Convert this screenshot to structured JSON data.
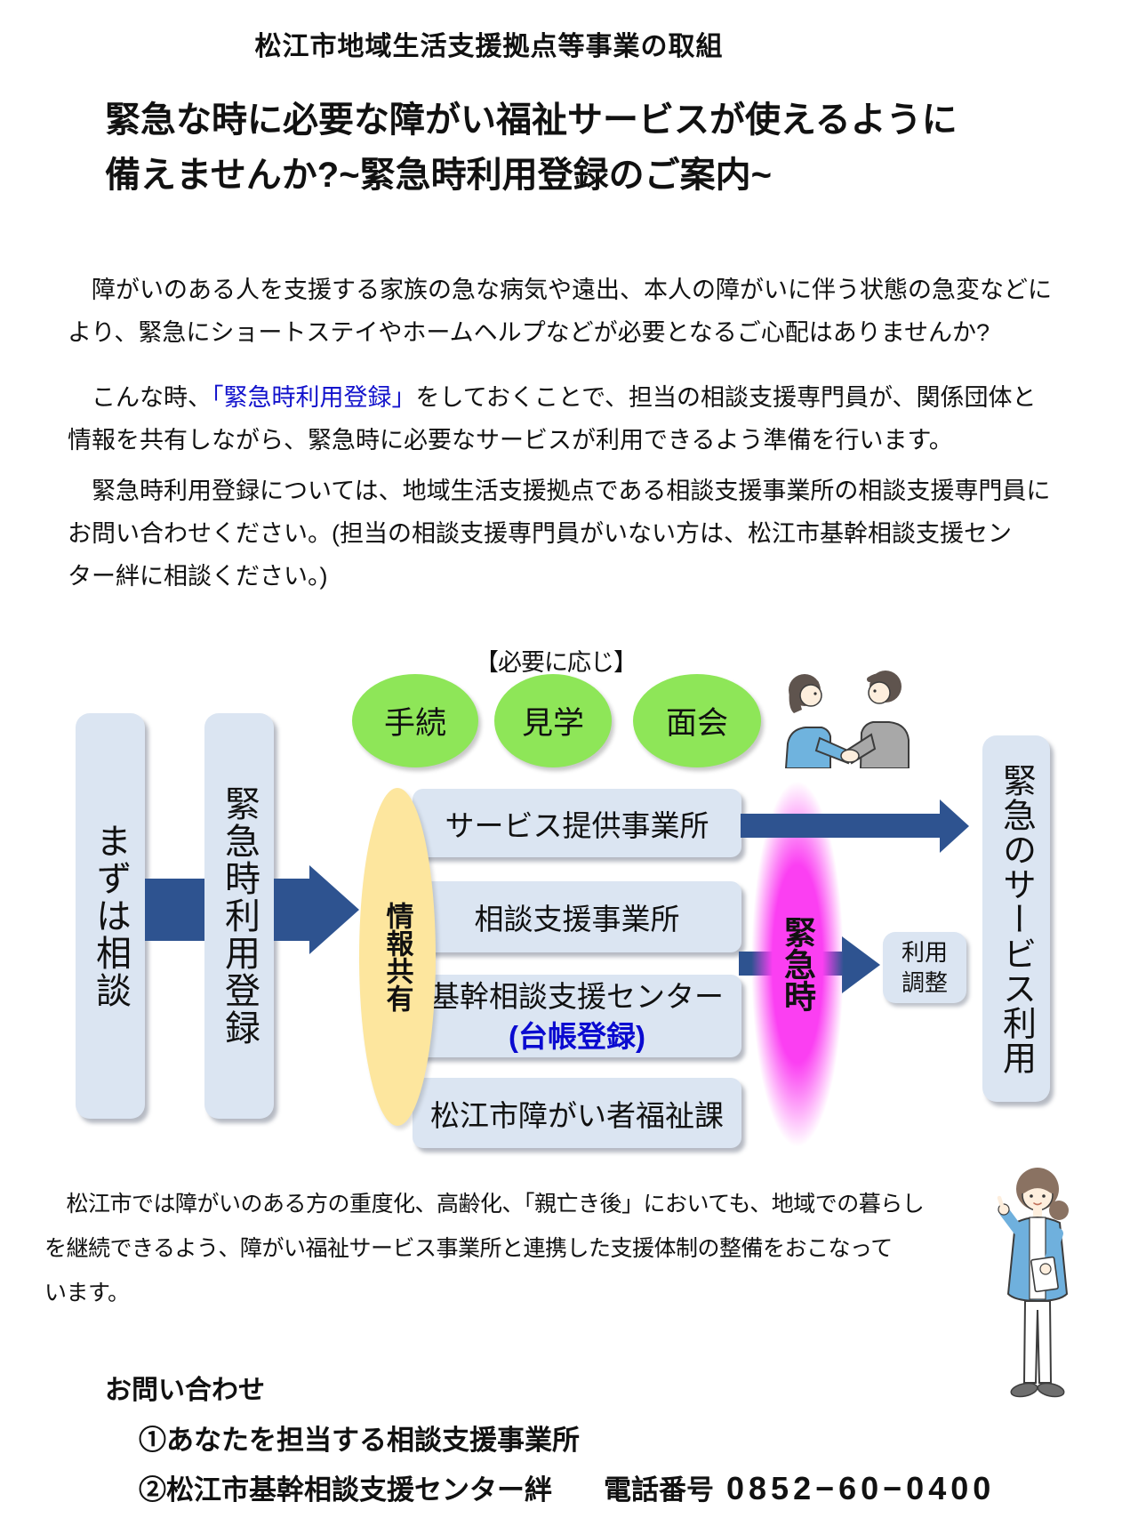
{
  "page": {
    "title": "松江市地域生活支援拠点等事業の取組",
    "heading_line1": "緊急な時に必要な障がい福祉サービスが使えるように",
    "heading_line2": "備えませんか?~緊急時利用登録のご案内~"
  },
  "intro": {
    "p1": [
      "　障がいのある人を支援する家族の急な病気や遠出、本人の障がいに伴う状態の急変などに",
      "より、緊急にショートステイやホームヘルプなどが必要となるご心配はありませんか?"
    ],
    "p2_pre": "　こんな時、",
    "p2_term": "「緊急時利用登録」",
    "p2_post": "をしておくことで、担当の相談支援専門員が、関係団体と",
    "p2_line2": "情報を共有しながら、緊急時に必要なサービスが利用できるよう準備を行います。",
    "p3": [
      "　緊急時利用登録については、地域生活支援拠点である相談支援事業所の相談支援専門員に",
      "お問い合わせください。(担当の相談支援専門員がいない方は、松江市基幹相談支援セン",
      "ター絆に相談ください。)"
    ]
  },
  "diagram": {
    "note": "【必要に応じ】",
    "oval_tetsuzuki": "手続",
    "oval_kengaku": "見学",
    "oval_menkai": "面会",
    "box_first": "まずは相談",
    "box_register": "緊急時利用登録",
    "oval_share": "情報共有",
    "box_service": "サービス提供事業所",
    "box_soudan": "相談支援事業所",
    "box_kikan_line1": "基幹相談支援センター",
    "box_kikan_line2": "(台帳登録)",
    "box_city": "松江市障がい者福祉課",
    "oval_emergency": "緊急時",
    "box_adjust_line1": "利用",
    "box_adjust_line2": "調整",
    "box_result": "緊急のサービス利用",
    "illustrations": {
      "handshake": "two people shaking hands",
      "advisor": "woman pointing with notebook"
    },
    "colors": {
      "arrow_navy": "#2e5390",
      "box_blue": "#dbe5f2",
      "oval_green": "#8ee658",
      "oval_yellow": "#fde69e",
      "oval_magenta": "#fb3ff2",
      "term_blue": "#1212cc",
      "registry_blue": "#0a0ad0"
    }
  },
  "outro": {
    "p": [
      "　松江市では障がいのある方の重度化、高齢化、「親亡き後」においても、地域での暮らし",
      "を継続できるよう、障がい福祉サービス事業所と連携した支援体制の整備をおこなって",
      "います。"
    ]
  },
  "contact": {
    "heading": "お問い合わせ",
    "item1": "①あなたを担当する相談支援事業所",
    "item2": "②松江市基幹相談支援センター絆",
    "phone_label": "電話番号",
    "phone_number": "0852−60−0400"
  }
}
